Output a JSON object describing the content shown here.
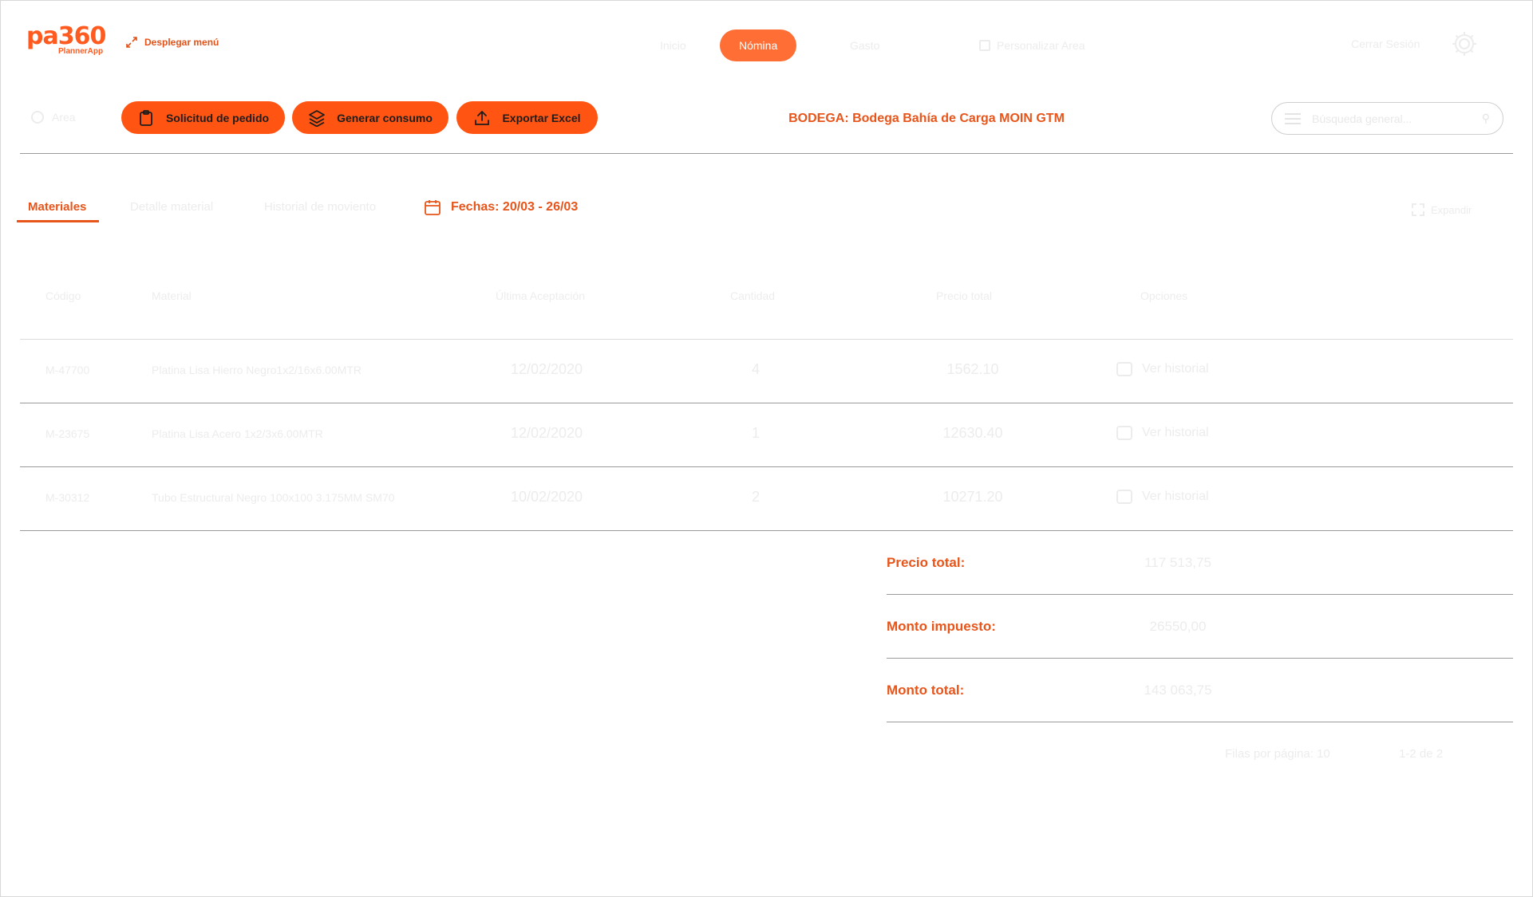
{
  "app": {
    "logo_text": "pa360",
    "logo_sub": "PlannerApp",
    "expand_menu_label": "Desplegar menú",
    "brand_color": "#ff5412"
  },
  "nav": {
    "items": [
      {
        "label": "Inicio"
      },
      {
        "label": "Nómina",
        "active": true
      },
      {
        "label": "Gasto"
      },
      {
        "label": "Personalizar Area"
      }
    ],
    "logout_label": "Cerrar Sesión"
  },
  "toolbar": {
    "area_label": "Area",
    "order_request_label": "Solicitud de pedido",
    "generate_consumption_label": "Generar consumo",
    "export_excel_label": "Exportar Excel",
    "bodega_text": "BODEGA: Bodega Bahía de Carga MOIN GTM",
    "search_placeholder": "Búsqueda general..."
  },
  "tabs": {
    "items": [
      {
        "label": "Materiales",
        "active": true
      },
      {
        "label": "Detalle material"
      },
      {
        "label": "Historial de moviento"
      }
    ],
    "dates_label": "Fechas: 20/03 - 26/03",
    "expand_label": "Expandir"
  },
  "table": {
    "headers": {
      "code": "Código",
      "material": "Material",
      "last_acceptance": "Última Aceptación",
      "quantity": "Cantidad",
      "total_price": "Precio total",
      "options": "Opciones"
    },
    "rows": [
      {
        "code": "M-47700",
        "material": "Platina Lisa Hierro Negro1x2/16x6.00MTR",
        "date": "12/02/2020",
        "quantity": "4",
        "price": "1562.10",
        "option": "Ver historial"
      },
      {
        "code": "M-23675",
        "material": "Platina Lisa Acero 1x2/3x6.00MTR",
        "date": "12/02/2020",
        "quantity": "1",
        "price": "12630.40",
        "option": "Ver historial"
      },
      {
        "code": "M-30312",
        "material": "Tubo Estructural Negro 100x100 3.175MM SM70",
        "date": "10/02/2020",
        "quantity": "2",
        "price": "10271.20",
        "option": "Ver historial"
      }
    ]
  },
  "totals": {
    "subtotal_label": "Precio total:",
    "subtotal_value": "117 513,75",
    "tax_label": "Monto impuesto:",
    "tax_value": "26550,00",
    "total_label": "Monto total:",
    "total_value": "143 063,75"
  },
  "pagination": {
    "rows_per_page_label": "Filas por página: 10",
    "range_label": "1-2 de 2"
  }
}
